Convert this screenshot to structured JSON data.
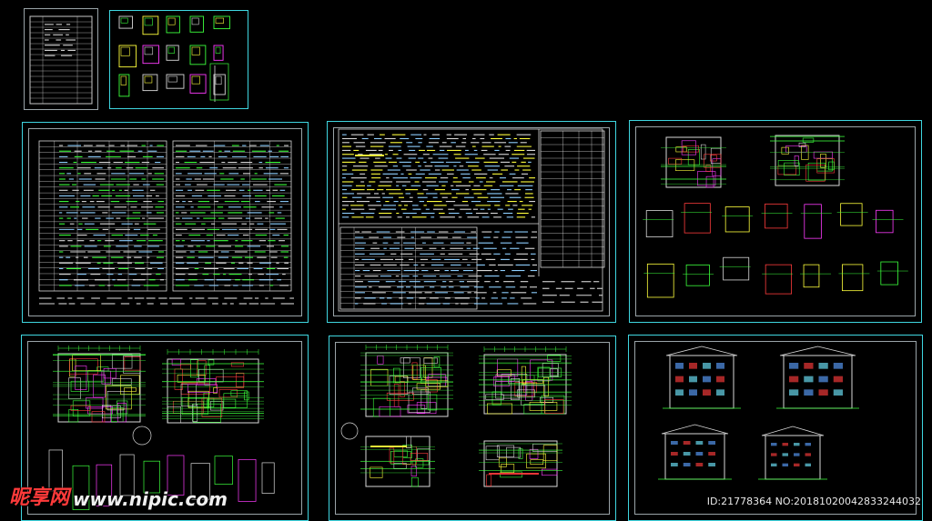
{
  "sheets": [
    {
      "name": "drawing-index-sheet",
      "kind": "index"
    },
    {
      "name": "detail-sketch-sheet",
      "kind": "details"
    },
    {
      "name": "design-specification-sheet",
      "kind": "spec-tables"
    },
    {
      "name": "construction-notes-sheet",
      "kind": "notes"
    },
    {
      "name": "sections-details-sheet",
      "kind": "sections"
    },
    {
      "name": "floor-plans-sheet-a",
      "kind": "plans"
    },
    {
      "name": "floor-plans-sheet-b",
      "kind": "plans"
    },
    {
      "name": "elevations-sheet",
      "kind": "elevations"
    }
  ],
  "watermark": {
    "logo_text": "昵享网",
    "url_text": "www.nipic.com"
  },
  "image_id": "ID:21778364 NO:20181020042833244032",
  "colors": {
    "background": "#000000",
    "frame": "#3fd6e0",
    "line_white": "#d8d8d8",
    "line_green": "#3cff3c",
    "line_magenta": "#ff3cff",
    "line_yellow": "#ffff3c",
    "line_red": "#ff3c3c",
    "line_blue": "#5aa0ff"
  }
}
